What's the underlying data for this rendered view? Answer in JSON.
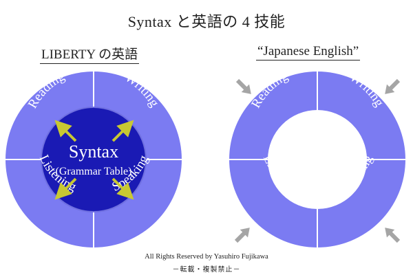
{
  "title": "Syntax と英語の 4 技能",
  "left": {
    "heading": "LIBERTY の英語",
    "skills": {
      "reading": "Reading",
      "writing": "Writing",
      "listening": "Listening",
      "speaking": "Speaking"
    },
    "center_main": "Syntax",
    "center_sub": "(Grammar Table)"
  },
  "right": {
    "heading": "“Japanese English”",
    "skills": {
      "reading": "Reading",
      "writing": "Writing",
      "listening": "Listening",
      "speaking": "Speaking"
    }
  },
  "footer": {
    "rights": "All Rights Reserved by Yasuhiro Fujikawa",
    "notice": "－転載・複製禁止－"
  },
  "colors": {
    "ring": "#7b7bf2",
    "core": "#1a1ab4",
    "core_stroke": "#6f6fe0",
    "arrow_yellow": "#c8c832",
    "arrow_gray": "#a5a5a5",
    "text_on_ring": "#ffffff"
  }
}
